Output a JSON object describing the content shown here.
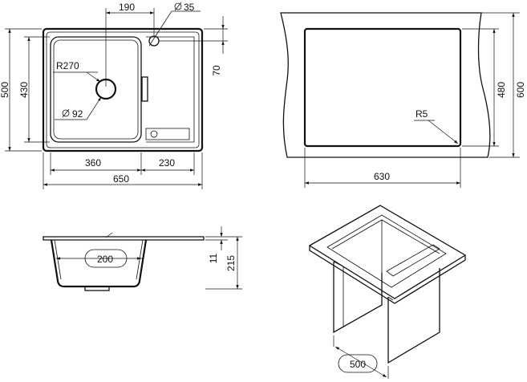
{
  "top_view": {
    "dims": {
      "d190": "190",
      "d35": "35",
      "r270": "R270",
      "d92": "92",
      "d500": "500",
      "d430": "430",
      "d70": "70",
      "d360": "360",
      "d230": "230",
      "d650": "650"
    }
  },
  "cutout_view": {
    "dims": {
      "r5": "R5",
      "d480": "480",
      "d600": "600",
      "d630": "630"
    }
  },
  "side_view": {
    "dims": {
      "d200": "200",
      "d11": "11",
      "d215": "215"
    }
  },
  "iso_view": {
    "dims": {
      "d500": "500"
    }
  }
}
